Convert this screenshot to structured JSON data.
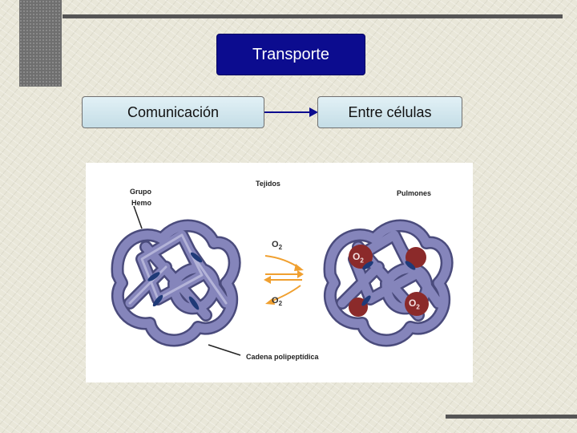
{
  "slide": {
    "title": "Transporte",
    "left_box": "Comunicación",
    "right_box": "Entre células"
  },
  "figure": {
    "labels": {
      "grupo": "Grupo",
      "hemo": "Hemo",
      "tejidos": "Tejidos",
      "pulmones": "Pulmones",
      "cadena": "Cadena polipeptídica"
    },
    "oxygen": {
      "o": "O",
      "sub": "2"
    }
  },
  "colors": {
    "title_bg": "#0c0c8f",
    "protein": "#7e7fb5",
    "heme": "#1f3a78",
    "oxygen": "#8b2a2a",
    "arrow": "#f0a030"
  }
}
